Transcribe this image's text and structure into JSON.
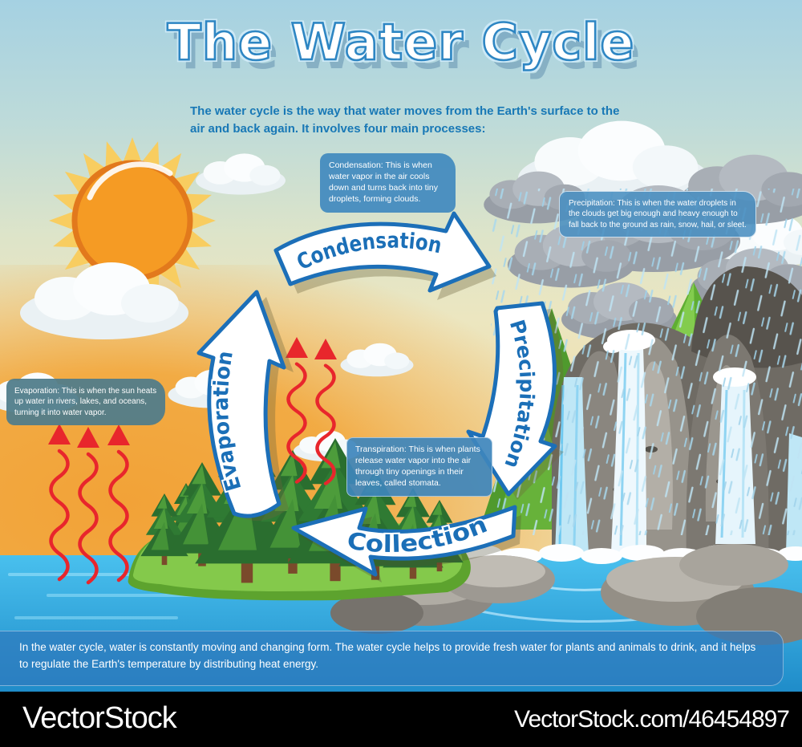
{
  "title": "The Water Cycle",
  "subtitle": "The water cycle is the way that water moves from the Earth's surface to the air and back again. It involves four main processes:",
  "processes": {
    "condensation": {
      "label": "Condensation",
      "description": "Condensation: This is when water vapor in the air cools down and turns back into tiny droplets, forming clouds."
    },
    "precipitation": {
      "label": "Precipitation",
      "description": "Precipitation: This is when the water droplets in the clouds get big enough and heavy enough to fall back to the ground as rain, snow, hail, or sleet."
    },
    "collection": {
      "label": "Collection"
    },
    "evaporation": {
      "label": "Evaporation",
      "description": "Evaporation: This is when the sun heats up water in rivers, lakes, and oceans, turning it into water vapor."
    },
    "transpiration": {
      "description": "Transpiration: This is when plants release water vapor into the air through tiny openings in their leaves, called stomata."
    }
  },
  "footer_note": "In the water cycle, water is constantly moving and changing form. The water cycle helps to provide fresh water for plants and animals to drink, and it helps to regulate the Earth's temperature by distributing heat energy.",
  "watermark": {
    "brand": "VectorStock",
    "credit": "VectorStock.com/46454897"
  },
  "colors": {
    "arrow_outline_blue": "#1c6fb8",
    "label_blue": "#1b6fb7",
    "heading_blue": "#1878b6",
    "callout_blue": "#4a8fc2",
    "callout_teal": "#507c8a",
    "red_arrow": "#e8262c",
    "sun_orange": "#f59b24",
    "sunset_orange": "#f2a83e",
    "sky_blue": "#a6d2e3",
    "water_blue": "#2fa3da",
    "grass_green": "#7cc247",
    "rock_gray": "#8f8b84"
  }
}
